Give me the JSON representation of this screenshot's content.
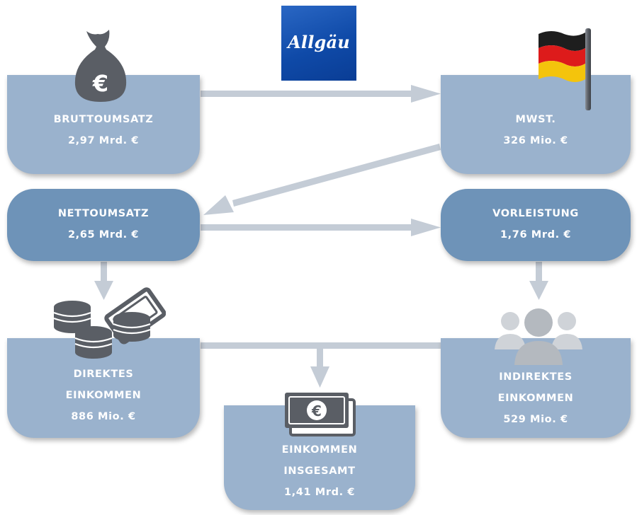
{
  "logo": {
    "text": "Allgäu"
  },
  "boxes": {
    "bruttoumsatz": {
      "label": "BRUTTOUMSATZ",
      "value": "2,97 Mrd. €"
    },
    "mwst": {
      "label": "MWST.",
      "value": "326 Mio. €"
    },
    "nettoumsatz": {
      "label": "NETTOUMSATZ",
      "value": "2,65 Mrd. €"
    },
    "vorleistung": {
      "label": "VORLEISTUNG",
      "value": "1,76 Mrd. €"
    },
    "direktes": {
      "label1": "DIREKTES",
      "label2": "EINKOMMEN",
      "value": "886 Mio. €"
    },
    "indirektes": {
      "label1": "INDIREKTES",
      "label2": "EINKOMMEN",
      "value": "529 Mio. €"
    },
    "gesamt": {
      "label1": "EINKOMMEN",
      "label2": "INSGESAMT",
      "value": "1,41 Mrd. €"
    }
  },
  "icons": {
    "money_bag": {
      "name": "money-bag-icon",
      "symbol": "€"
    },
    "flag": {
      "name": "german-flag-icon"
    },
    "coins": {
      "name": "coins-and-cards-icon"
    },
    "people": {
      "name": "people-group-icon"
    },
    "banknote": {
      "name": "banknote-icon",
      "symbol": "€"
    }
  },
  "colors": {
    "box_light": "#9ab2cd",
    "box_dark": "#6e93b8",
    "arrow": "#c4ccd6",
    "icon_gray": "#5a5e65",
    "logo_blue": "#1a56b8"
  }
}
